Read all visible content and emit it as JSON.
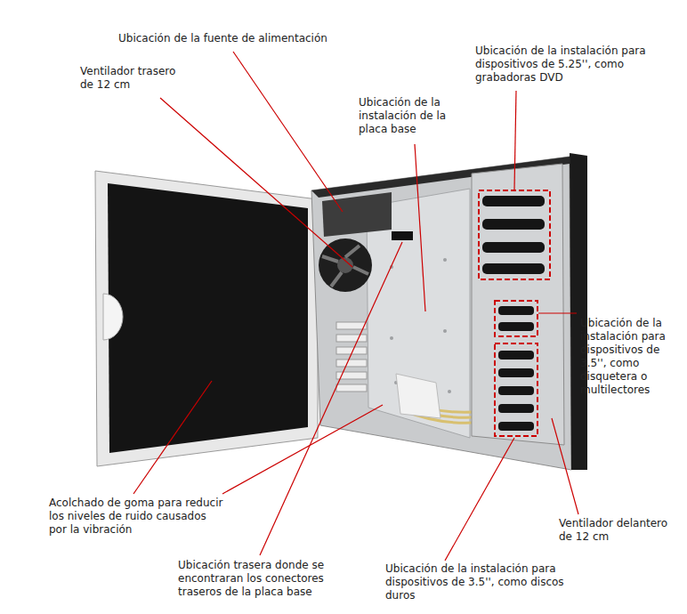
{
  "diagram": {
    "labels": [
      "Ubicación de la fuente de alimentación",
      "Ventilador trasero de 12 cm",
      "Ubicación de la instalación de la placa base",
      "Ubicación de la instalación para dispositivos de 5.25'', como grabadoras DVD",
      "Ubicación de la instalación para dispositivos de 3.5'', como disquetera o multilectores",
      "Acolchado de goma para reducir los niveles de ruido causados por la vibración",
      "Ubicación trasera donde se encontraran los conectores traseros de la placa base",
      "Ubicación de la instalación para dispositivos de 3.5'', como discos duros",
      "Ventilador delantero de 12 cm"
    ]
  }
}
